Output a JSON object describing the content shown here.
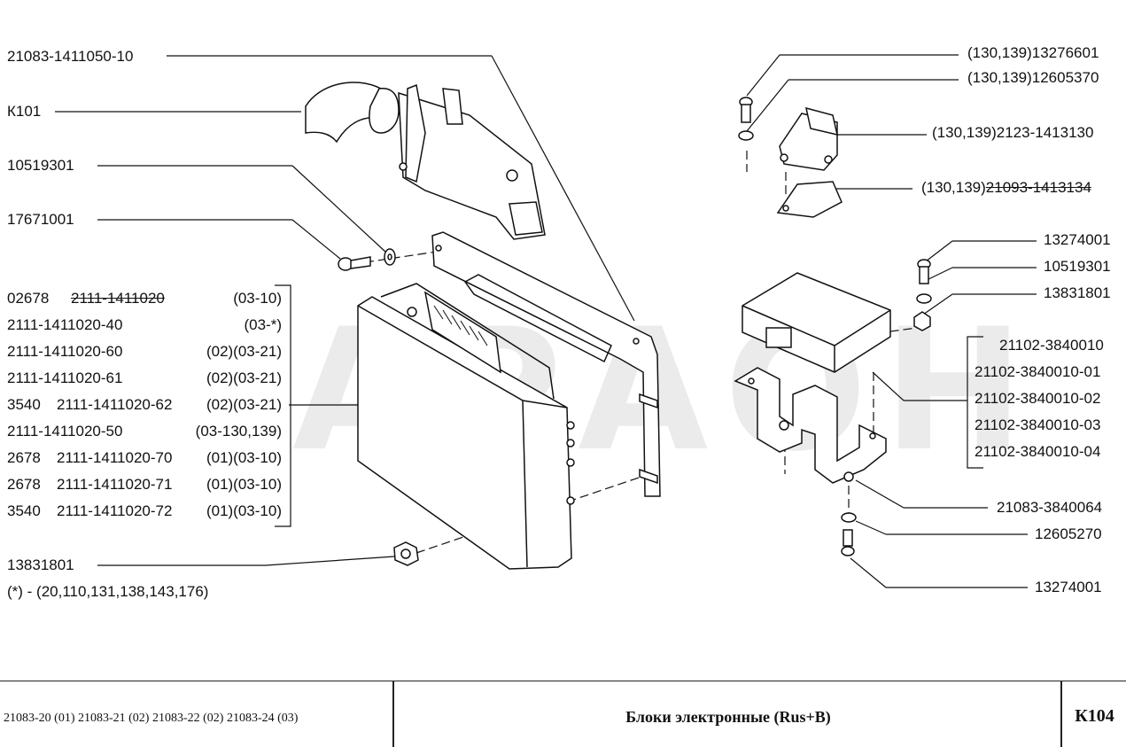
{
  "watermark": "АРАОН",
  "left_labels": {
    "l1": "21083-1411050-10",
    "l2": "К101",
    "l3": "10519301",
    "l4": "17671001",
    "l5": "13831801",
    "note": "(*)  -  (20,110,131,138,143,176)"
  },
  "ecu_table": [
    {
      "prefix": "02678",
      "part": "2111-1411020",
      "code": "(03-10)",
      "struck": true
    },
    {
      "prefix": "",
      "part": "2111-1411020-40",
      "code": "(03-*)",
      "struck": false
    },
    {
      "prefix": "",
      "part": "2111-1411020-60",
      "code": "(02)(03-21)",
      "struck": false
    },
    {
      "prefix": "",
      "part": "2111-1411020-61",
      "code": "(02)(03-21)",
      "struck": false
    },
    {
      "prefix": "3540",
      "part": "2111-1411020-62",
      "code": "(02)(03-21)",
      "struck": false
    },
    {
      "prefix": "",
      "part": "2111-1411020-50",
      "code": "(03-130,139)",
      "struck": false
    },
    {
      "prefix": "2678",
      "part": "2111-1411020-70",
      "code": "(01)(03-10)",
      "struck": false
    },
    {
      "prefix": "2678",
      "part": "2111-1411020-71",
      "code": "(01)(03-10)",
      "struck": false
    },
    {
      "prefix": "3540",
      "part": "2111-1411020-72",
      "code": "(01)(03-10)",
      "struck": false
    }
  ],
  "right_labels": {
    "r1": "(130,139)13276601",
    "r2": "(130,139)12605370",
    "r3": "(130,139)2123-1413130",
    "r4_prefix": "(130,139)",
    "r4_struck": "21093-1413134",
    "r5": "13274001",
    "r6": "10519301",
    "r7": "13831801",
    "r8": "21083-3840064",
    "r9": "12605270",
    "r10": "13274001"
  },
  "relay_table": [
    "21102-3840010",
    "21102-3840010-01",
    "21102-3840010-02",
    "21102-3840010-03",
    "21102-3840010-04"
  ],
  "footer": {
    "models": "21083-20 (01)   21083-21 (02)   21083-22 (02)   21083-24 (03)",
    "title": "Блоки электронные (Rus+B)",
    "code": "К104"
  }
}
